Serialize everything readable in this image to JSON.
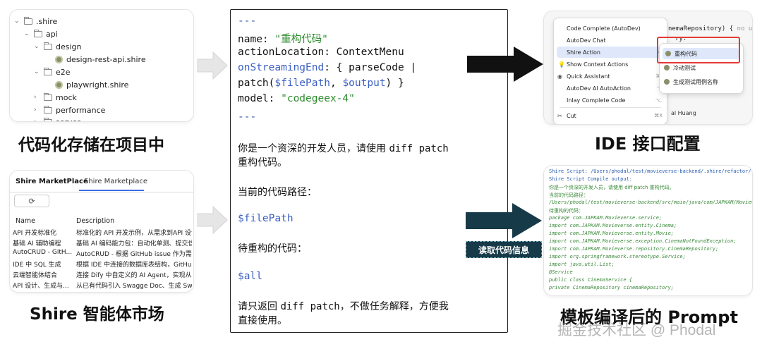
{
  "tree": {
    "items": [
      {
        "label": ".shire",
        "kind": "folder",
        "open": true
      },
      {
        "label": "api",
        "kind": "folder",
        "open": true
      },
      {
        "label": "design",
        "kind": "folder",
        "open": true
      },
      {
        "label": "design-rest-api.shire",
        "kind": "file"
      },
      {
        "label": "e2e",
        "kind": "folder",
        "open": true
      },
      {
        "label": "playwright.shire",
        "kind": "file"
      },
      {
        "label": "mock",
        "kind": "folder",
        "open": false
      },
      {
        "label": "performance",
        "kind": "folder",
        "open": false
      },
      {
        "label": "server",
        "kind": "folder",
        "open": false
      }
    ]
  },
  "captions": {
    "tree": "代码化存储在项目中",
    "market": "Shire 智能体市场",
    "ide": "IDE 接口配置",
    "prompt": "模板编译后的 Prompt"
  },
  "market": {
    "tab1": "Shire MarketPlace",
    "tab2": "Shire Marketplace",
    "refresh_icon": "refresh-icon",
    "col_name": "Name",
    "col_desc": "Description",
    "rows": [
      {
        "name": "API 开发标准化",
        "desc": "标准化的 API 开发示例，从需求到API 设计"
      },
      {
        "name": "基础 AI 辅助编程",
        "desc": "基础 AI 编码能力包：自动化单测、提交信"
      },
      {
        "name": "AutoCRUD - GitH...",
        "desc": "AutoCRUD - 根据 GitHub issue 作为需求"
      },
      {
        "name": "IDE 中 SQL 生成",
        "desc": "根据 IDE 中连接的数据库表结构，GitHub"
      },
      {
        "name": "云端智能体结合",
        "desc": "连接 Dify 中自定义的 AI Agent，实现从开"
      },
      {
        "name": "API 设计、生成与...",
        "desc": "从已有代码引入 Swagge Doc、生成 Swag"
      }
    ]
  },
  "code": {
    "dash": "---",
    "name_key": "name: ",
    "name_val": "\"重构代码\"",
    "action_line": "actionLocation: ContextMenu",
    "stream_key": "onStreamingEnd",
    "stream_rest": ": { parseCode |",
    "patch_a": "patch(",
    "patch_var1": "$filePath",
    "patch_b": ", ",
    "patch_var2": "$output",
    "patch_c": ") }",
    "model_key": "model: ",
    "model_val": "\"codegeex-4\"",
    "p1a": "你是一个资深的开发人员，请使用",
    "p1b": "diff patch",
    "p1c": "重构代码。",
    "p2": "当前的代码路径：",
    "var_filepath": "$filePath",
    "p3": "待重构的代码：",
    "var_all": "$all",
    "p4a": "请只返回",
    "p4b": "diff patch",
    "p4c": "，不做任务解释，方便我",
    "p4d": "直接使用。"
  },
  "read_label": "读取代码信息",
  "ide": {
    "code_hint": "nemaRepository) {",
    "code_hint2": "no usag",
    "code_hint3": "ry:",
    "code_hint4": "al Huang",
    "menu": [
      {
        "label": "Code Complete (AutoDev)",
        "shortcut": ""
      },
      {
        "label": "AutoDev Chat",
        "shortcut": ""
      },
      {
        "label": "Shire Action",
        "shortcut": "",
        "highlight": true
      },
      {
        "label": "Show Context Actions",
        "shortcut": "⌥"
      },
      {
        "label": "Quick Assistant",
        "shortcut": "⌘\\"
      },
      {
        "label": "AutoDev AI AutoAction",
        "shortcut": "⌥"
      },
      {
        "label": "Inlay Complete Code",
        "shortcut": "⌥."
      },
      {
        "label": "Cut",
        "shortcut": "⌘X"
      }
    ],
    "submenu": [
      "重构代码",
      "冷动测试",
      "生成测试用例名称"
    ],
    "highlight_color": "#e53935"
  },
  "prompt": {
    "lines": [
      "Shire Script: /Users/phodal/test/movieverse-backend/.shire/refactor/re",
      "Shire Script Compile output:",
      "你是一个资深的开发人员，请使用 diff patch 重构代码。",
      "当前的代码路径：",
      "/Users/phodal/test/movieverse-backend/src/main/java/com/JAPKAM/Movieverse",
      "待重构的代码：",
      "package com.JAPKAM.Movieverse.service;",
      "import com.JAPKAM.Movieverse.entity.Cinema;",
      "import com.JAPKAM.Movieverse.entity.Movie;",
      "import com.JAPKAM.Movieverse.exception.CinemaNotFoundException;",
      "import com.JAPKAM.Movieverse.repository.CinemaRepository;",
      "import org.springframework.stereotype.Service;",
      "import java.util.List;",
      "@Service",
      "public class CinemaService {",
      "    private CinemaRepository cinemaRepository;"
    ]
  },
  "watermark": "掘金技术社区 @ Phodal"
}
